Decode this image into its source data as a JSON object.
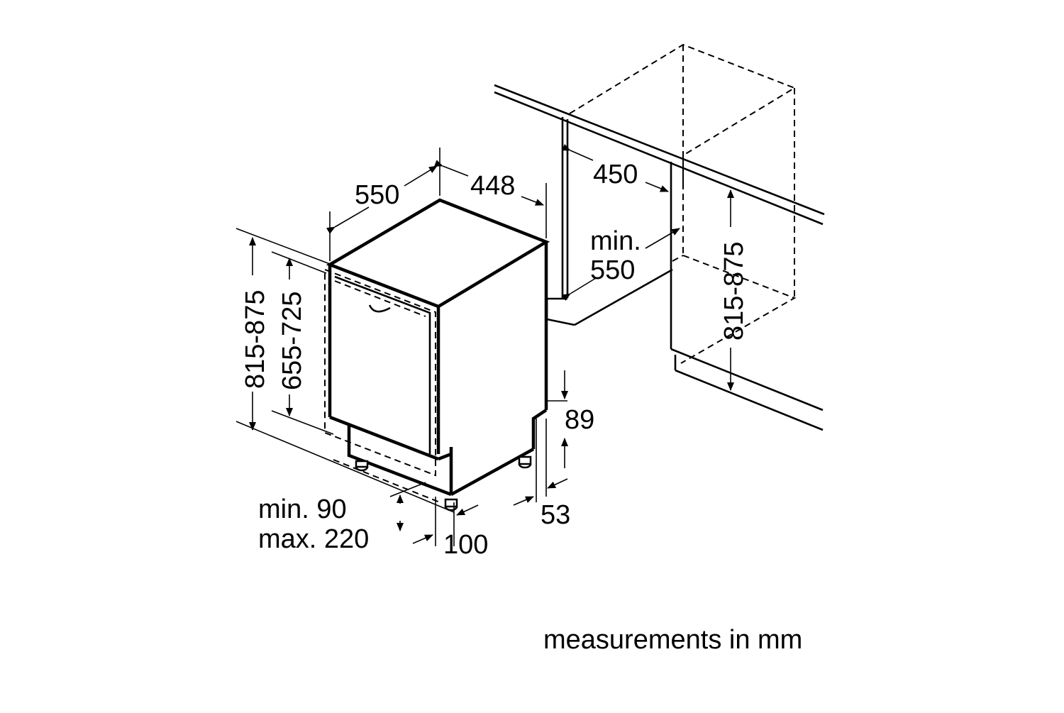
{
  "dimensions": {
    "depth": "550",
    "width": "448",
    "niche_width": "450",
    "niche_depth_line1": "min.",
    "niche_depth_line2": "550",
    "niche_height": "815-875",
    "height_total": "815-875",
    "height_door": "655-725",
    "plinth_top": "89",
    "plinth_side": "53",
    "plinth_front": "100",
    "plinth_height_line1": "min. 90",
    "plinth_height_line2": "max. 220"
  },
  "caption": "measurements in mm"
}
